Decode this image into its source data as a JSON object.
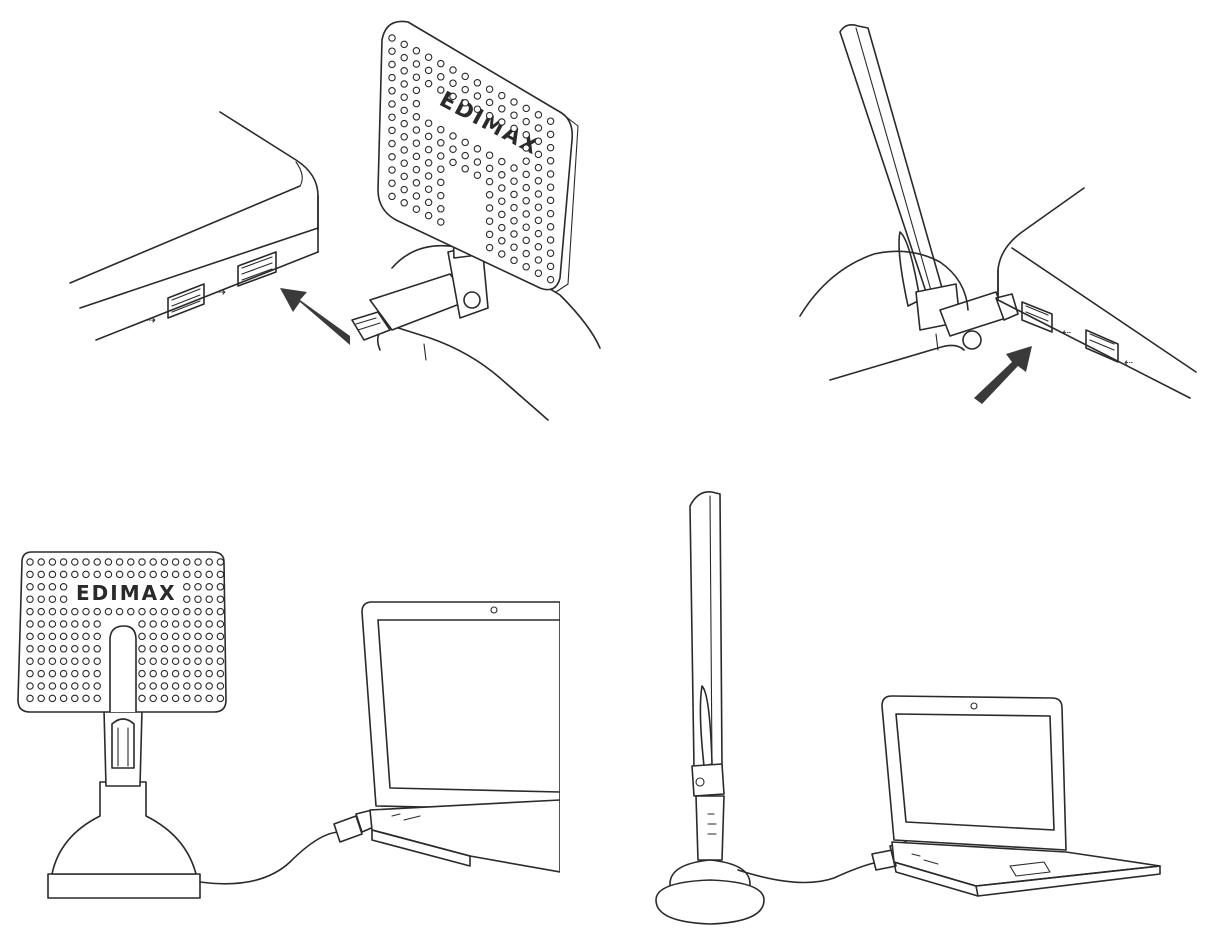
{
  "brand": {
    "logo_text": "EDIMAX"
  },
  "colors": {
    "line": "#2a2a2a",
    "arrow": "#3a3a3a",
    "background": "#ffffff"
  },
  "panels": [
    {
      "name": "panel-top-left",
      "icons": [
        "laptop-side-icon",
        "usb-port-icon",
        "panel-antenna-adapter-icon",
        "hand-icon",
        "insert-arrow-icon"
      ]
    },
    {
      "name": "panel-top-right",
      "icons": [
        "dipole-antenna-adapter-icon",
        "hand-icon",
        "laptop-side-icon",
        "usb-port-icon",
        "insert-arrow-icon"
      ]
    },
    {
      "name": "panel-bottom-left",
      "icons": [
        "panel-antenna-stand-icon",
        "usb-cable-icon",
        "laptop-icon"
      ]
    },
    {
      "name": "panel-bottom-right",
      "icons": [
        "dipole-antenna-stand-icon",
        "usb-cable-icon",
        "laptop-icon"
      ]
    }
  ]
}
